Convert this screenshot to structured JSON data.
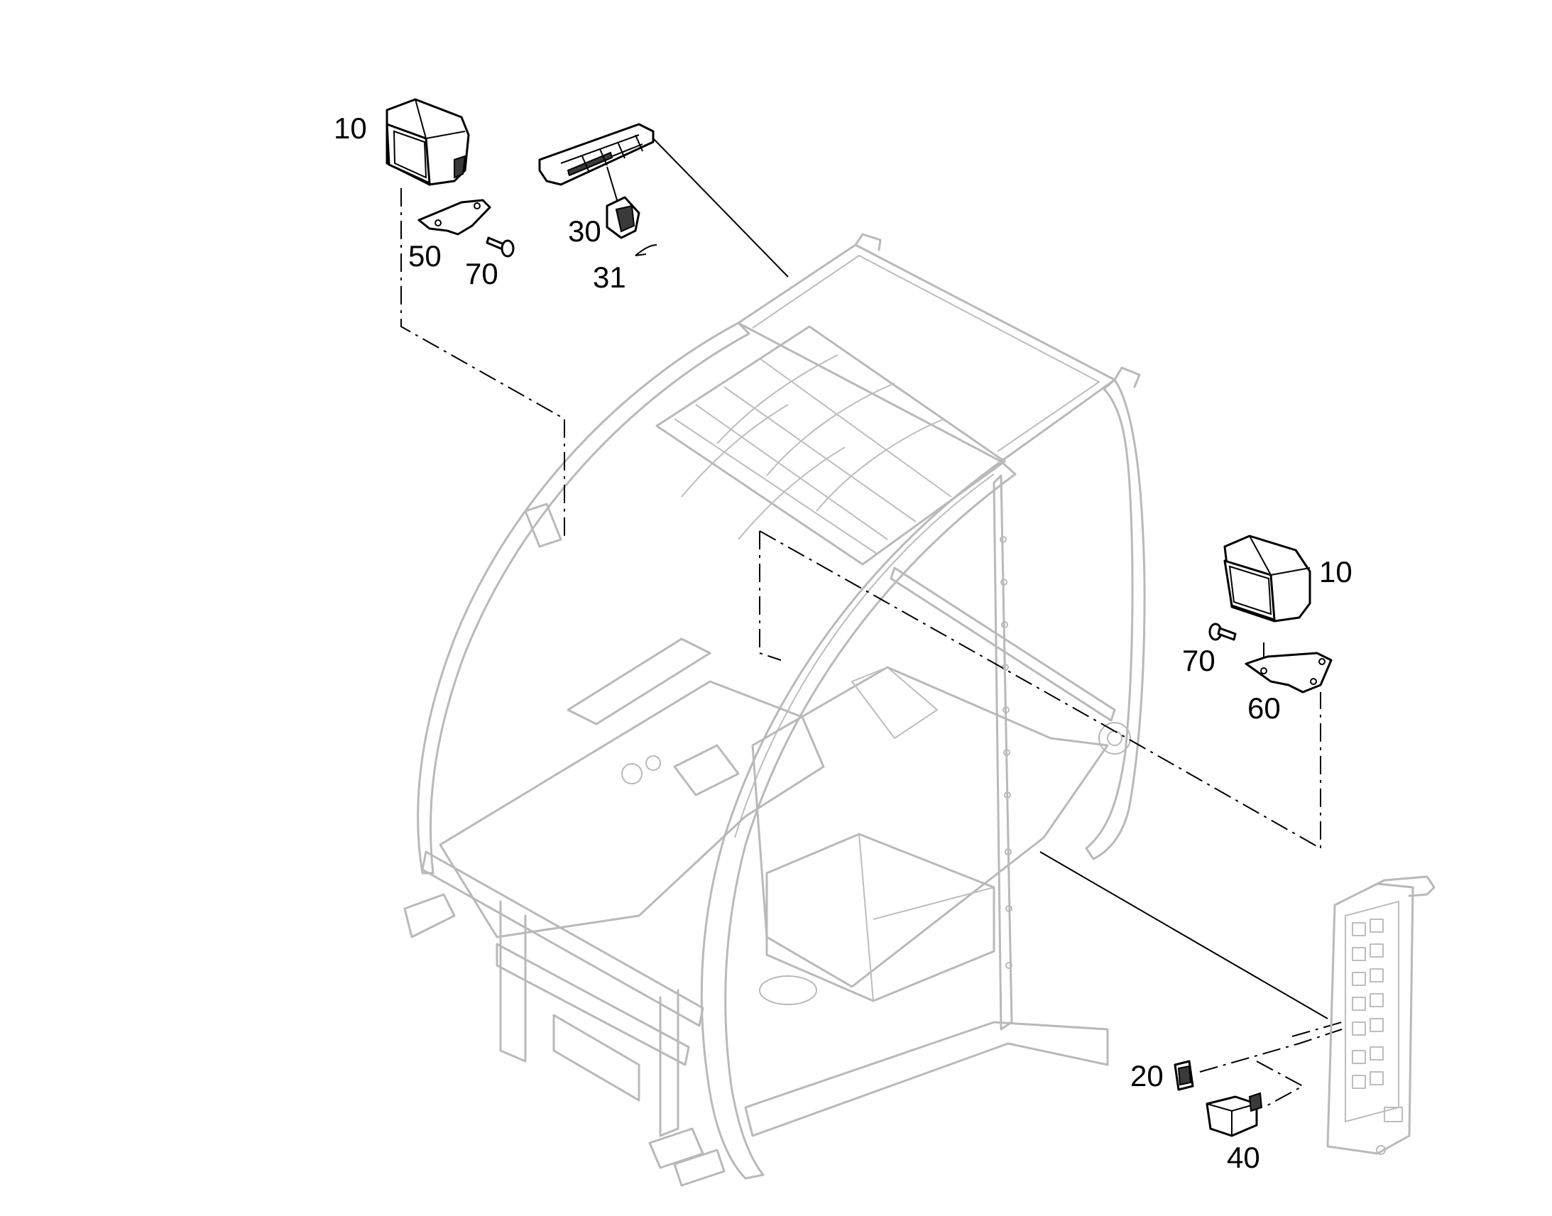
{
  "callouts": {
    "c10_left": "10",
    "c50": "50",
    "c70_left": "70",
    "c30": "30",
    "c31": "31",
    "c10_right": "10",
    "c70_right": "70",
    "c60": "60",
    "c20": "20",
    "c40": "40"
  },
  "colors": {
    "frame": "#b9b9b9",
    "parts": "#000000",
    "background": "#ffffff"
  }
}
